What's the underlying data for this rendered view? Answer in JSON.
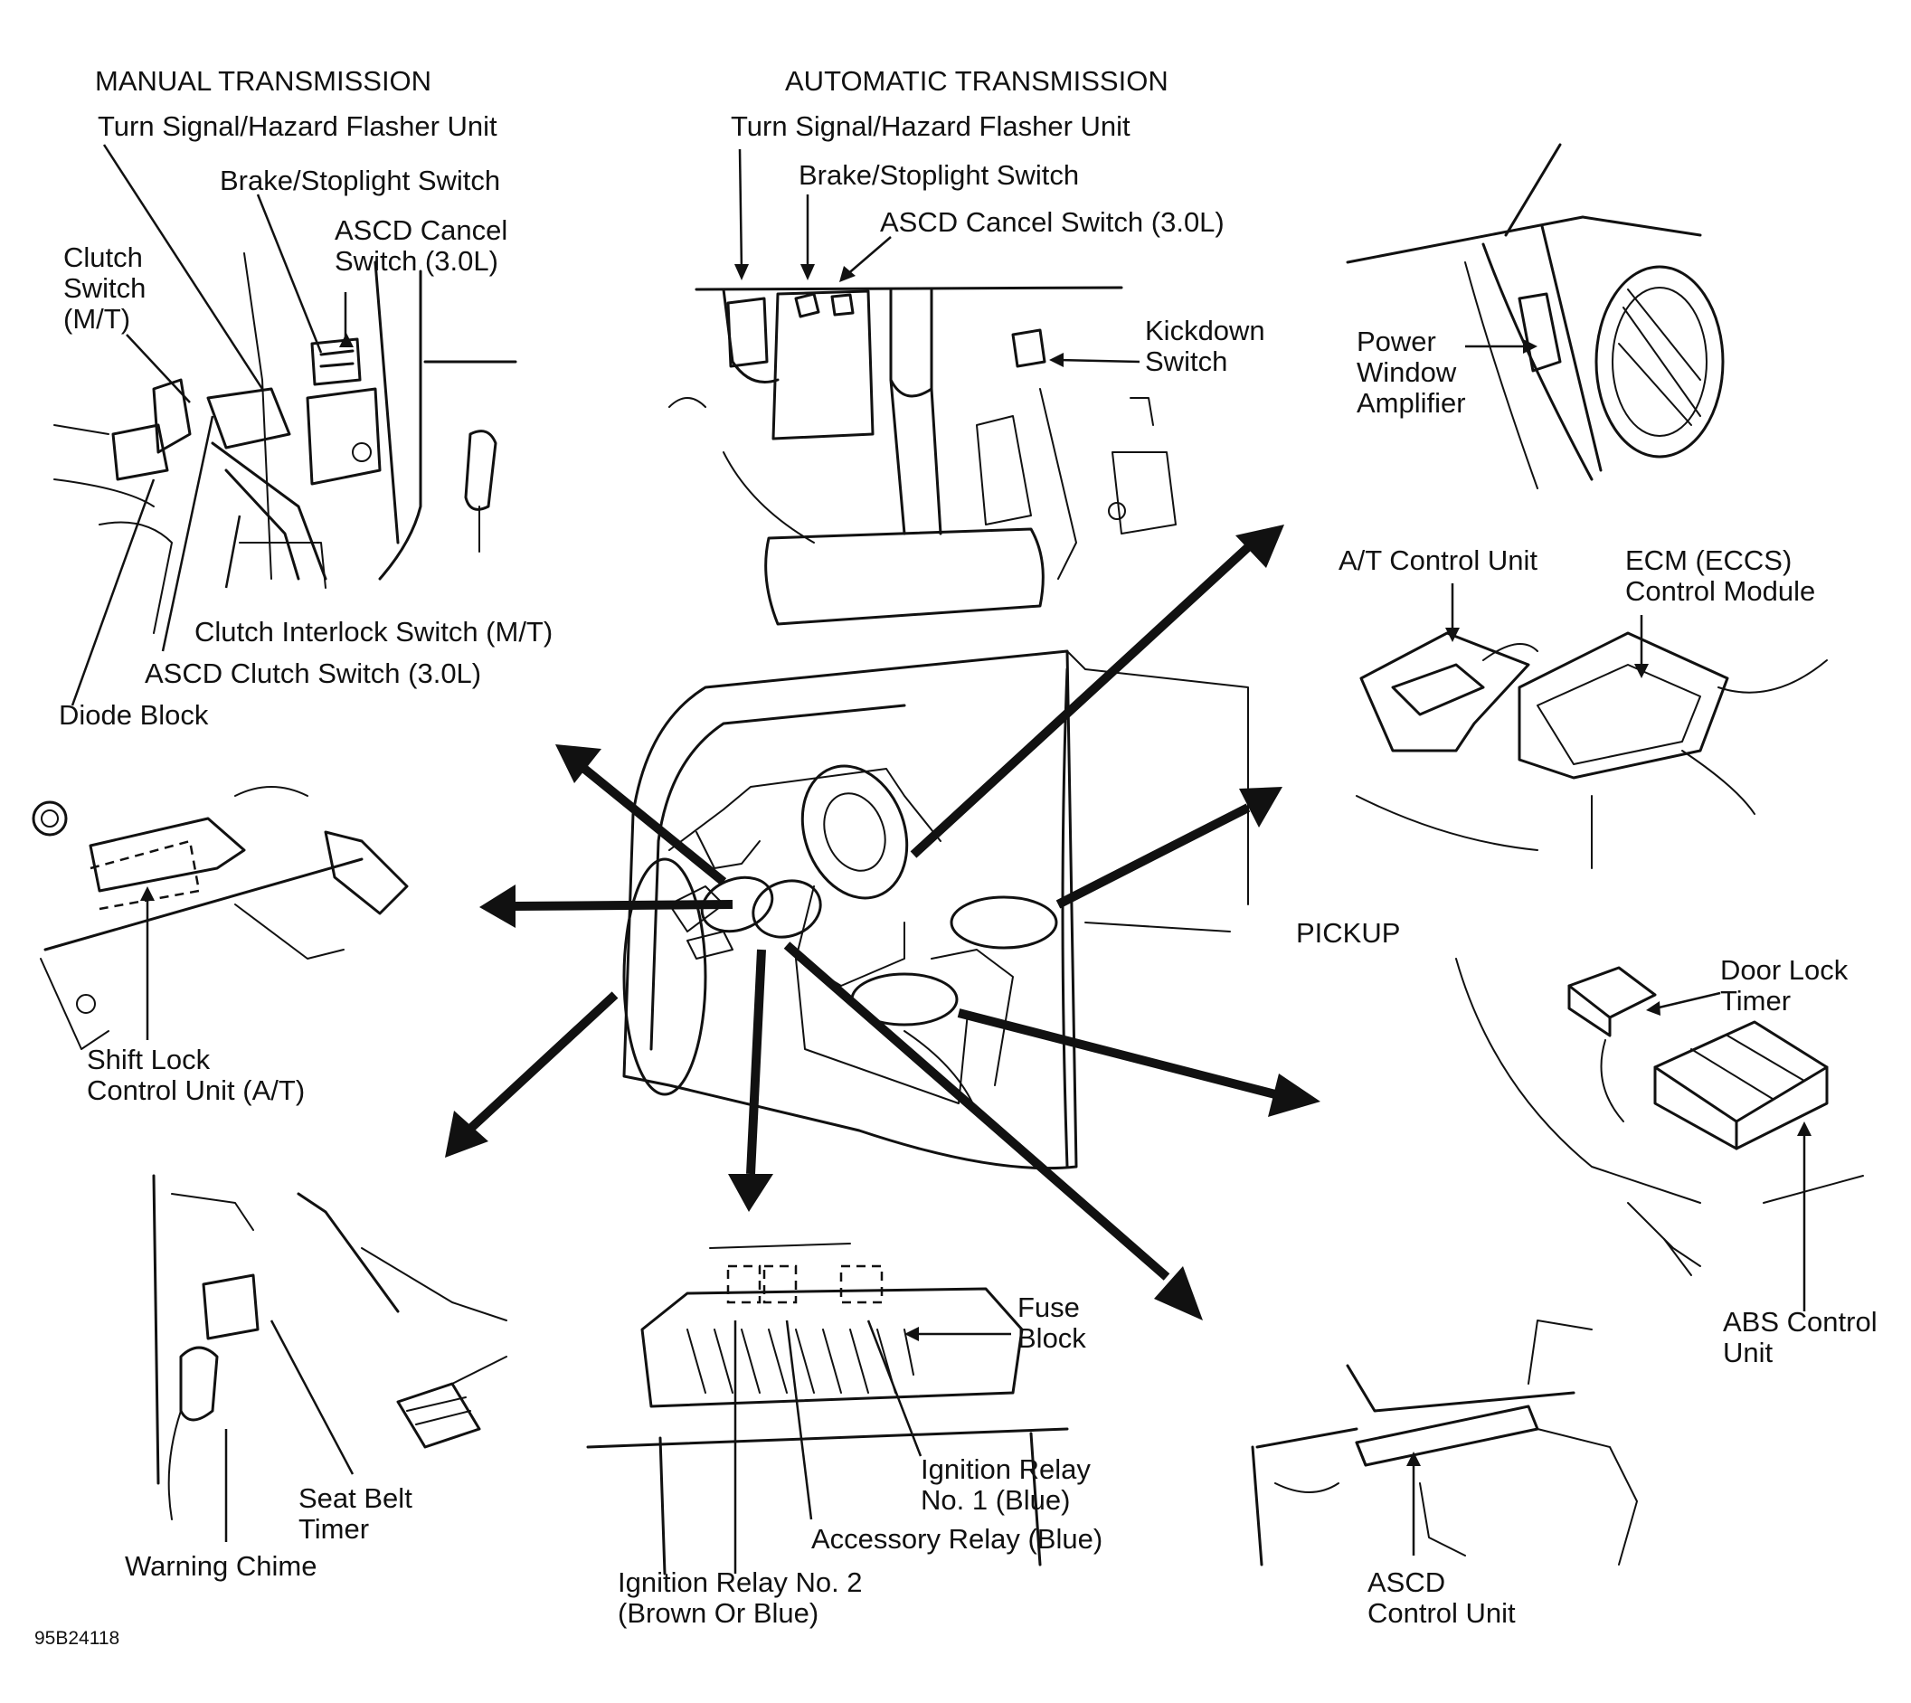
{
  "headers": {
    "manual": "MANUAL TRANSMISSION",
    "automatic": "AUTOMATIC TRANSMISSION",
    "pickup": "PICKUP"
  },
  "labels": {
    "mt_turn_signal": "Turn Signal/Hazard Flasher Unit",
    "mt_brake_switch": "Brake/Stoplight Switch",
    "mt_ascd_cancel": "ASCD Cancel\nSwitch (3.0L)",
    "mt_clutch_switch": "Clutch\nSwitch\n(M/T)",
    "mt_clutch_interlock": "Clutch Interlock Switch (M/T)",
    "mt_ascd_clutch": "ASCD Clutch Switch (3.0L)",
    "mt_diode_block": "Diode Block",
    "at_turn_signal": "Turn Signal/Hazard Flasher Unit",
    "at_brake_switch": "Brake/Stoplight Switch",
    "at_ascd_cancel": "ASCD Cancel Switch (3.0L)",
    "at_kickdown": "Kickdown\nSwitch",
    "power_window": "Power\nWindow\nAmplifier",
    "at_control_unit": "A/T Control Unit",
    "ecm": "ECM (ECCS)\nControl Module",
    "door_lock": "Door Lock\nTimer",
    "abs": "ABS Control\nUnit",
    "shift_lock": "Shift Lock\nControl Unit (A/T)",
    "seat_belt": "Seat Belt\nTimer",
    "warning_chime": "Warning Chime",
    "fuse_block": "Fuse\nBlock",
    "ign_relay_1": "Ignition Relay\nNo. 1 (Blue)",
    "accessory_relay": "Accessory Relay (Blue)",
    "ign_relay_2": "Ignition Relay No. 2\n(Brown Or Blue)",
    "ascd_unit": "ASCD\nControl Unit"
  },
  "figure_id": "95B24118"
}
